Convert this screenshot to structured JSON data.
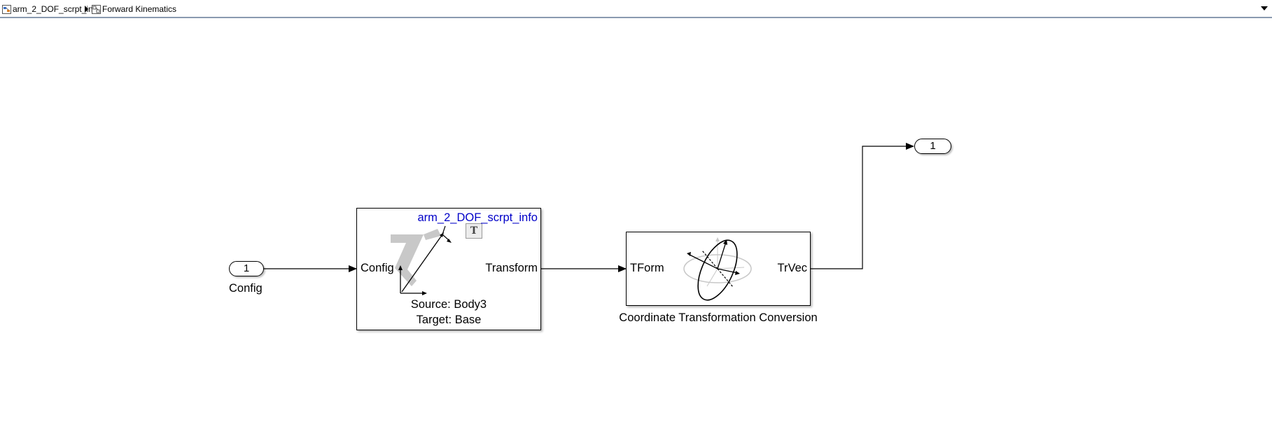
{
  "breadcrumb": {
    "items": [
      {
        "label": "arm_2_DOF_scrpt_info",
        "icon": "model-icon"
      },
      {
        "label": "Forward Kinematics",
        "icon": "subsystem-icon"
      }
    ]
  },
  "diagram": {
    "inport": {
      "number": "1",
      "name": "Config"
    },
    "outport": {
      "number": "1"
    },
    "get_transform_block": {
      "model_name": "arm_2_DOF_scrpt_info",
      "input_port": "Config",
      "output_port": "Transform",
      "source": "Source: Body3",
      "target": "Target: Base",
      "badge": "T",
      "icon": "robot-arm-icon"
    },
    "coord_conversion_block": {
      "input_port": "TForm",
      "output_port": "TrVec",
      "name": "Coordinate Transformation Conversion",
      "icon": "axes-ellipsoid-icon"
    }
  }
}
